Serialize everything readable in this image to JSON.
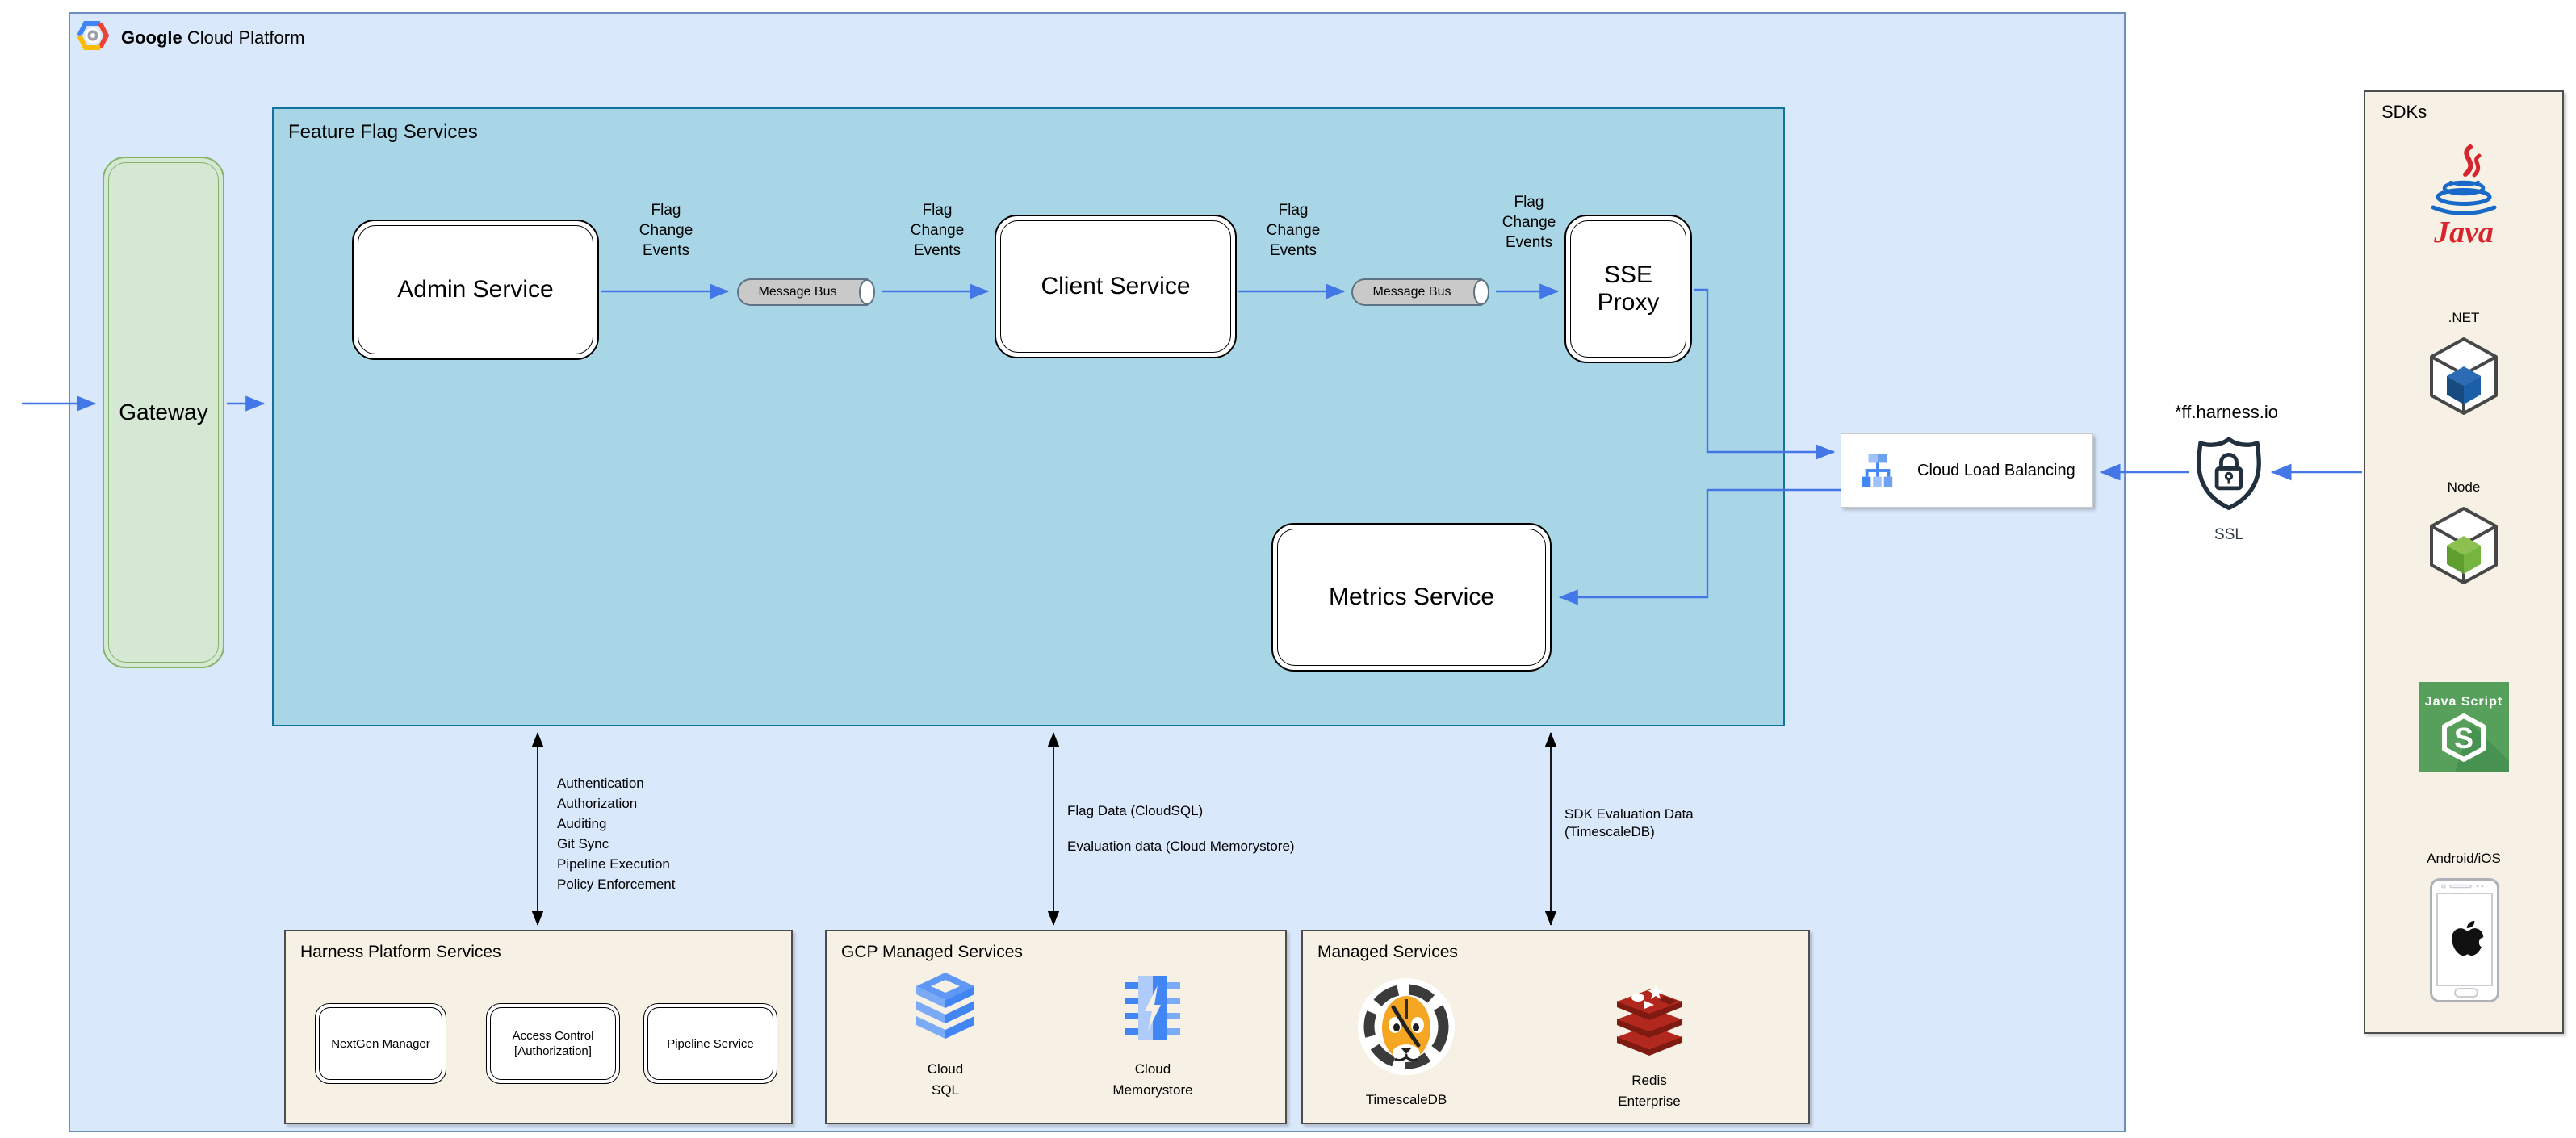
{
  "header": {
    "brand_bold": "Google",
    "brand_rest": " Cloud Platform"
  },
  "gateway_label": "Gateway",
  "ffs": {
    "title": "Feature Flag Services",
    "admin_service": "Admin Service",
    "client_service": "Client Service",
    "sse_proxy": "SSE\nProxy",
    "metrics_service": "Metrics Service",
    "message_bus": "Message Bus",
    "flag_change": "Flag\nChange\nEvents"
  },
  "load_balancer": {
    "label": "Cloud Load Balancing"
  },
  "external": {
    "domain": "*ff.harness.io",
    "ssl_label": "SSL"
  },
  "sdks": {
    "title": "SDKs",
    "java_wordmark": "Java",
    "dotnet_label": ".NET",
    "node_label": "Node",
    "javascript_text": "Java Script",
    "javascript_letter": "S",
    "mobile_label": "Android/iOS"
  },
  "connections": {
    "harness_items": [
      "Authentication",
      "Authorization",
      "Auditing",
      "Git Sync",
      "Pipeline Execution",
      "Policy Enforcement"
    ],
    "flag_data": "Flag Data (CloudSQL)",
    "evaluation_data": "Evaluation data (Cloud Memorystore)",
    "sdk_evaluation": "SDK Evaluation Data\n(TimescaleDB)"
  },
  "bottom": {
    "harness": {
      "title": "Harness Platform Services",
      "services": [
        "NextGen Manager",
        "Access Control\n[Authorization]",
        "Pipeline Service"
      ]
    },
    "gcp_managed": {
      "title": "GCP Managed Services",
      "cloud_sql_caption": "Cloud\nSQL",
      "memorystore_caption": "Cloud\nMemorystore"
    },
    "managed": {
      "title": "Managed Services",
      "timescale_caption": "TimescaleDB",
      "redis_caption": "Redis\nEnterprise"
    }
  },
  "colors": {
    "arrow_blue": "#4377E8",
    "gcp_fill": "#DAE8FC",
    "gcp_border": "#6C8EBF",
    "ffs_fill": "#A9D6E6",
    "ffs_border": "#10739E",
    "gateway_fill": "#D5E8D4",
    "gateway_border": "#82B366",
    "panel_fill": "#F6F1E4",
    "panel_border": "#4D4D4D",
    "bus_fill": "#C9C9C9",
    "bus_border": "#5F7385",
    "google_blue": "#4285F4",
    "google_red": "#EA4335",
    "google_yellow": "#FBBC05",
    "dotnet_blue": "#1B5FA8",
    "node_green": "#7FBA42",
    "js_green": "#57A05C",
    "redis_red": "#B3281E",
    "tiger_orange": "#F5A623",
    "shield_navy": "#22303E"
  }
}
